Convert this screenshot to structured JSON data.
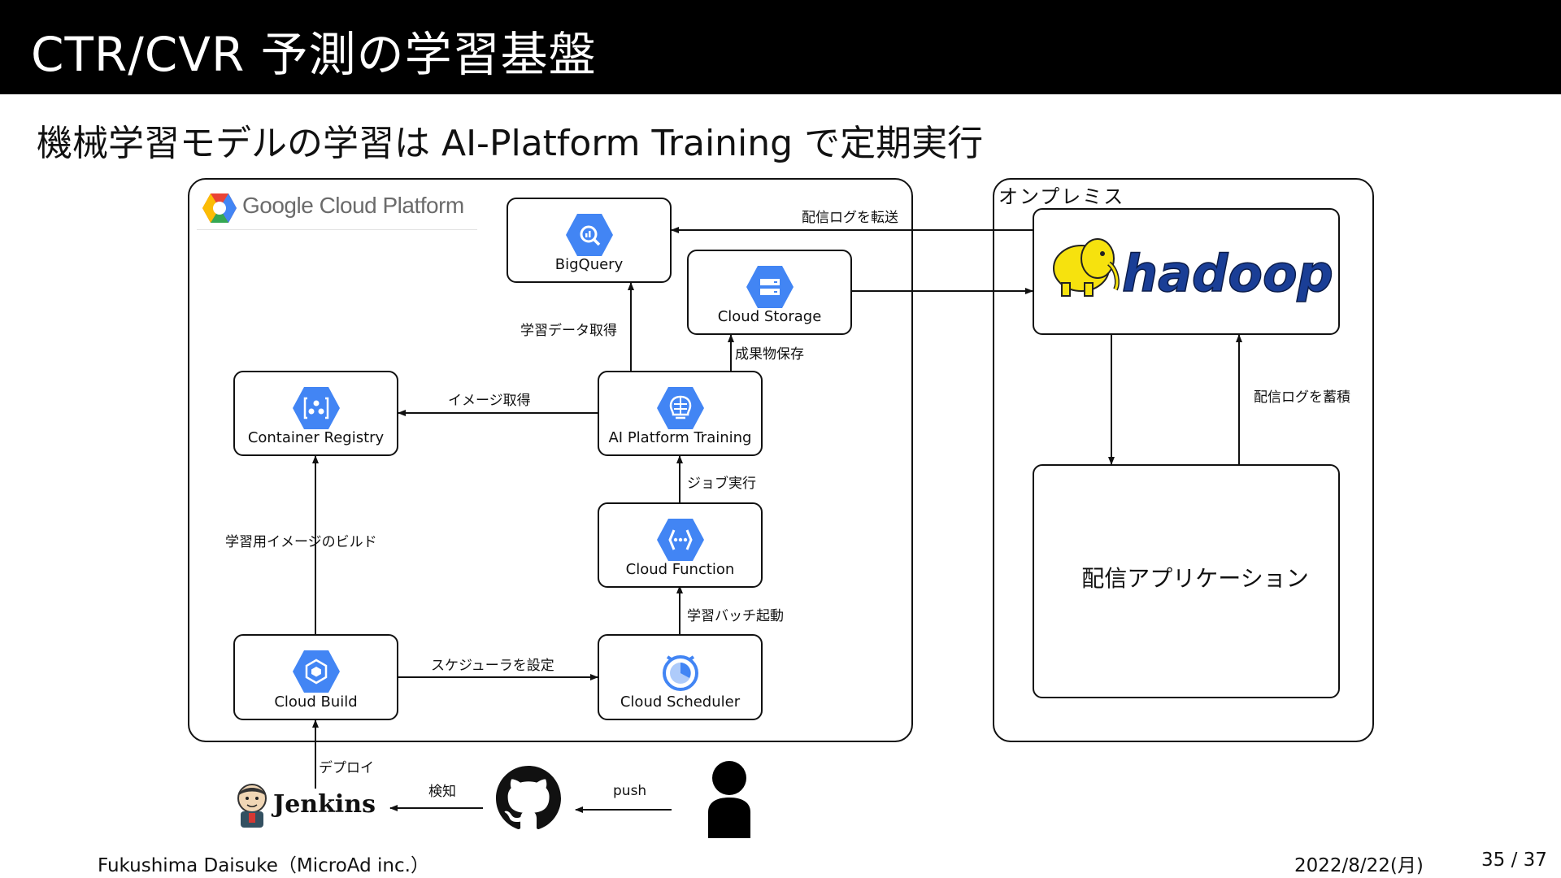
{
  "slide": {
    "title": "CTR/CVR 予測の学習基盤",
    "subtitle": "機械学習モデルの学習は AI-Platform Training で定期実行"
  },
  "gcp": {
    "logo_text": "Google Cloud Platform"
  },
  "onprem": {
    "label": "オンプレミス",
    "hadoop_text": "hadoop",
    "app_label": "配信アプリケーション"
  },
  "nodes": {
    "bigquery": {
      "label": "BigQuery",
      "icon": "bigquery-icon"
    },
    "cloud_storage": {
      "label": "Cloud Storage",
      "icon": "storage-icon"
    },
    "container_registry": {
      "label": "Container Registry",
      "icon": "container-registry-icon"
    },
    "ai_platform": {
      "label": "AI Platform Training",
      "icon": "ai-platform-icon"
    },
    "cloud_function": {
      "label": "Cloud Function",
      "icon": "cloud-function-icon"
    },
    "cloud_build": {
      "label": "Cloud Build",
      "icon": "cloud-build-icon"
    },
    "cloud_scheduler": {
      "label": "Cloud Scheduler",
      "icon": "cloud-scheduler-icon"
    }
  },
  "edges": {
    "log_transfer": "配信ログを転送",
    "fetch_training_data": "学習データ取得",
    "save_artifacts": "成果物保存",
    "fetch_image": "イメージ取得",
    "run_job": "ジョブ実行",
    "build_training_image": "学習用イメージのビルド",
    "start_batch": "学習バッチ起動",
    "set_scheduler": "スケジューラを設定",
    "accumulate_logs": "配信ログを蓄積",
    "deploy": "デプロイ",
    "detect": "検知",
    "push": "push"
  },
  "external": {
    "jenkins": "Jenkins"
  },
  "footer": {
    "author": "Fukushima Daisuke（MicroAd inc.）",
    "date": "2022/8/22(月)",
    "page": "35 / 37"
  },
  "colors": {
    "gcp_blue": "#4285F4",
    "hadoop_blue": "#1a3e96",
    "elephant_yellow": "#f6e20e"
  }
}
